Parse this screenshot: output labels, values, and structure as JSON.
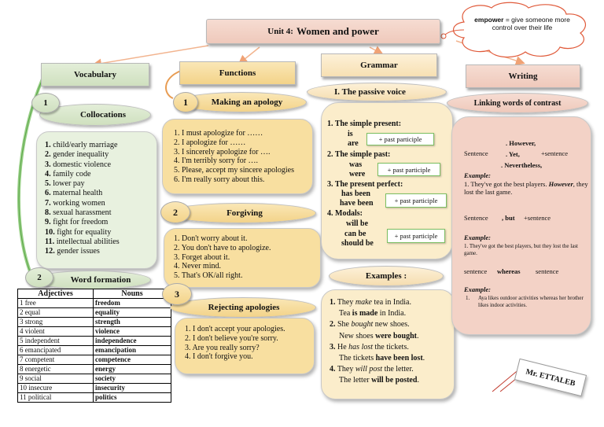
{
  "header": {
    "title_prefix": "Unit 4:",
    "title_main": "Women and power"
  },
  "cloud": {
    "term": "empower",
    "definition": "= give someone more control over their life"
  },
  "vocabulary": {
    "title": "Vocabulary",
    "collocations": {
      "number": "1",
      "title": "Collocations",
      "items": [
        {
          "n": "1.",
          "text": "child/early marriage"
        },
        {
          "n": "2.",
          "text": "gender inequality"
        },
        {
          "n": "3.",
          "text": "domestic violence"
        },
        {
          "n": "4.",
          "text": "family code"
        },
        {
          "n": "5.",
          "text": "lower pay"
        },
        {
          "n": "6.",
          "text": "maternal health"
        },
        {
          "n": "7.",
          "text": "working women"
        },
        {
          "n": "8.",
          "text": "sexual harassment"
        },
        {
          "n": "9.",
          "text": "fight for freedom"
        },
        {
          "n": "10.",
          "text": "fight for equality"
        },
        {
          "n": "11.",
          "text": "intellectual abilities"
        },
        {
          "n": "12.",
          "text": "gender issues"
        }
      ]
    },
    "word_formation": {
      "number": "2",
      "title": "Word formation",
      "headers": [
        "Adjectives",
        "Nouns"
      ],
      "rows": [
        [
          "1 free",
          "freedom"
        ],
        [
          "2 equal",
          "equality"
        ],
        [
          "3 strong",
          "strength"
        ],
        [
          "4 violent",
          "violence"
        ],
        [
          "5 independent",
          "independence"
        ],
        [
          "6 emancipated",
          "emancipation"
        ],
        [
          "7 competent",
          "competence"
        ],
        [
          "8 energetic",
          "energy"
        ],
        [
          "9 social",
          "society"
        ],
        [
          "10 insecure",
          "insecurity"
        ],
        [
          "11 political",
          "politics"
        ]
      ]
    }
  },
  "functions": {
    "title": "Functions",
    "apology": {
      "number": "1",
      "title": "Making an apology",
      "items": [
        "1.   I must apologize for ……",
        "2. I apologize for ……",
        "3. I sincerely apologize for ….",
        "4. I'm terribly sorry for ….",
        "5. Please, accept my sincere apologies",
        "6. I'm really sorry about this."
      ]
    },
    "forgiving": {
      "number": "2",
      "title": "Forgiving",
      "items": [
        "1. Don't worry about it.",
        "2. You don't have to apologize.",
        "3. Forget about it.",
        "4. Never mind.",
        "5. That's OK/all right."
      ]
    },
    "rejecting": {
      "number": "3",
      "title": "Rejecting apologies",
      "items": [
        "1.   I don't accept your apologies.",
        "2.   I don't believe you're sorry.",
        "3.   Are you really sorry?",
        "4.   I don't forgive you."
      ]
    }
  },
  "grammar": {
    "title": "Grammar",
    "subtitle": "I. The passive voice",
    "sections": [
      {
        "label": "1. The simple present:",
        "forms": [
          "is",
          "are"
        ],
        "pp": "+ past participle"
      },
      {
        "label": "2. The simple past:",
        "forms": [
          "was",
          "were"
        ],
        "pp": "+ past participle"
      },
      {
        "label": "3. The present perfect:",
        "forms": [
          "has been",
          "have been"
        ],
        "pp": "+ past participle"
      },
      {
        "label": "4. Modals:",
        "forms": [
          "will be",
          "can be",
          "should be"
        ],
        "pp": "+ past participle"
      }
    ],
    "examples_title": "Examples :",
    "examples": [
      {
        "n": "1.",
        "active_a": "They ",
        "active_verb": "make",
        "active_b": " tea in India.",
        "passive_a": "Tea ",
        "passive_verb": "is made",
        "passive_b": " in India."
      },
      {
        "n": "2.",
        "active_a": "She ",
        "active_verb": "bought",
        "active_b": " new shoes.",
        "passive_a": "New shoes ",
        "passive_verb": "were bought",
        "passive_b": "."
      },
      {
        "n": "3.",
        "active_a": "He ",
        "active_verb": "has lost",
        "active_b": " the tickets.",
        "passive_a": "The tickets ",
        "passive_verb": "have been lost",
        "passive_b": "."
      },
      {
        "n": "4.",
        "active_a": "They ",
        "active_verb": "will post",
        "active_b": " the letter.",
        "passive_a": "The letter ",
        "passive_verb": "will be posted",
        "passive_b": "."
      }
    ]
  },
  "writing": {
    "title": "Writing",
    "subtitle": "Linking words of contrast",
    "pattern1": {
      "left": "Sentence",
      "words": [
        ". However,",
        ". Yet,",
        ". Nevertheless,"
      ],
      "right": "+sentence"
    },
    "example_label": "Example:",
    "example1_a": "1. They've got the best players. ",
    "example1_b": "However",
    "example1_c": ", they lost the last game.",
    "pattern2": {
      "left": "Sentence",
      "word": ", but",
      "right": "+sentence"
    },
    "example2": "1. They've got the best players, but they lost the last game.",
    "pattern3": {
      "left": "sentence",
      "word": "whereas",
      "right": "sentence"
    },
    "example3_n": "1.",
    "example3": "Aya likes outdoor activities whereas her brother likes indoor activities."
  },
  "signature": "Mr. ETTALEB"
}
